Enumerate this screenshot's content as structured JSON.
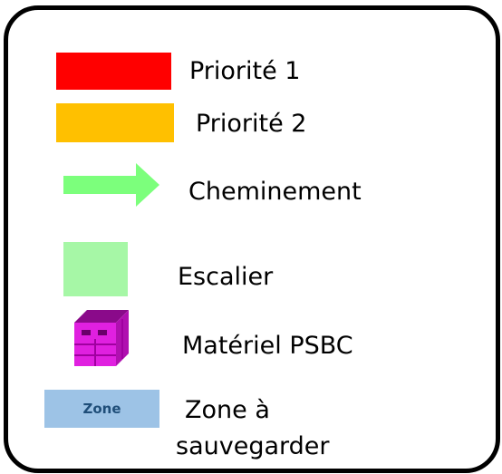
{
  "legend": {
    "items": [
      {
        "name": "priority-1",
        "label": "Priorité 1",
        "color": "#ff0000",
        "icon": "red-rectangle"
      },
      {
        "name": "priority-2",
        "label": "Priorité 2",
        "color": "#ffc000",
        "icon": "orange-rectangle"
      },
      {
        "name": "path",
        "label": "Cheminement",
        "color": "#7cff7c",
        "icon": "green-arrow-icon"
      },
      {
        "name": "stairs",
        "label": "Escalier",
        "color": "#a6f7a6",
        "icon": "light-green-square"
      },
      {
        "name": "equipment",
        "label": "Matériel PSBC",
        "color": "#e020e0",
        "icon": "magenta-crate-icon"
      },
      {
        "name": "zone",
        "label_line1": "Zone à",
        "label_line2": "sauvegarder",
        "box_text": "Zone",
        "color": "#9dc3e6",
        "icon": "blue-zone-box"
      }
    ]
  }
}
